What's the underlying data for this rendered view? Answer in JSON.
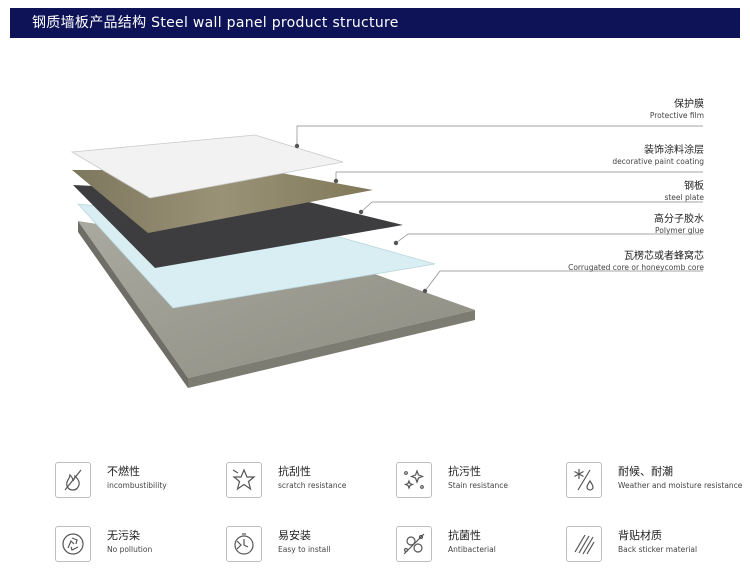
{
  "header": {
    "title": "钢质墙板产品结构  Steel wall panel product structure"
  },
  "layers": [
    {
      "cn": "保护膜",
      "en": "Protective film"
    },
    {
      "cn": "装饰涂料涂层",
      "en": "decorative paint coating"
    },
    {
      "cn": "钢板",
      "en": "steel plate"
    },
    {
      "cn": "高分子胶水",
      "en": "Polymer glue"
    },
    {
      "cn": "瓦楞芯或者蜂窝芯",
      "en": "Corrugated core or honeycomb core"
    }
  ],
  "features": [
    {
      "cn": "不燃性",
      "en": "incombustibility",
      "icon": "fire-icon"
    },
    {
      "cn": "抗刮性",
      "en": "scratch resistance",
      "icon": "star-icon"
    },
    {
      "cn": "抗污性",
      "en": "Stain resistance",
      "icon": "sparkle-icon"
    },
    {
      "cn": "耐候、耐潮",
      "en": "Weather and moisture resistance",
      "icon": "snowflake-drop-icon"
    },
    {
      "cn": "无污染",
      "en": "No pollution",
      "icon": "recycle-icon"
    },
    {
      "cn": "易安装",
      "en": "Easy to install",
      "icon": "timer-icon"
    },
    {
      "cn": "抗菌性",
      "en": "Antibacterial",
      "icon": "bacteria-icon"
    },
    {
      "cn": "背贴材质",
      "en": "Back sticker material",
      "icon": "stripes-icon"
    }
  ],
  "colors": {
    "header_bg": "#0e1358",
    "base_layer": "#9a9a8e",
    "glue_layer": "#d8eef2",
    "steel_layer": "#3d3d40",
    "paint_layer": "#8c8466",
    "film_layer": "#f2f2f2"
  }
}
